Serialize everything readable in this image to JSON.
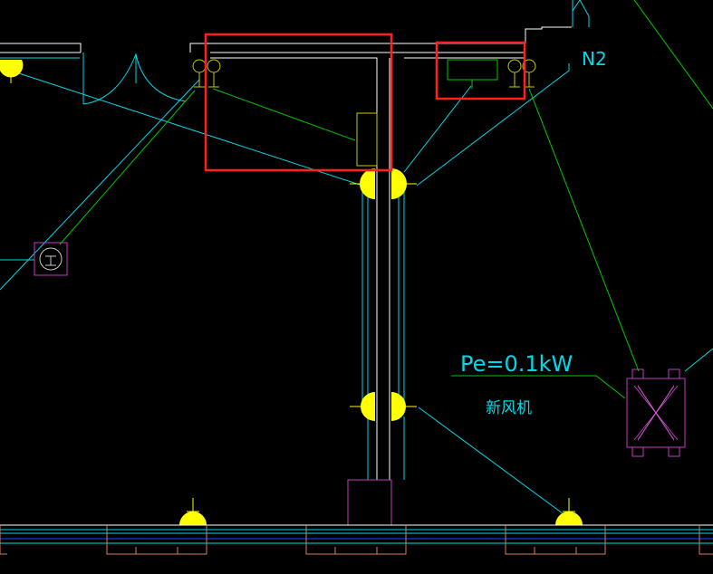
{
  "drawing": {
    "background": "#000000",
    "labels": {
      "tag_n2": "N2",
      "power_rating": "Pe=0.1kW",
      "equipment_name": "新风机"
    },
    "colors": {
      "wall": "#ffffff",
      "wire_cyan": "#00d8e8",
      "wire_green": "#00c800",
      "lamp": "#ffff00",
      "equipment": "#c040c0",
      "frame": "#d08060",
      "detail": "#c8c800",
      "highlight": "#ff2020",
      "baseline": "#2040ff"
    },
    "symbols": [
      "wall-lamp",
      "ceiling-lamp",
      "switch",
      "fresh-air-unit",
      "socket",
      "door-arc"
    ]
  }
}
